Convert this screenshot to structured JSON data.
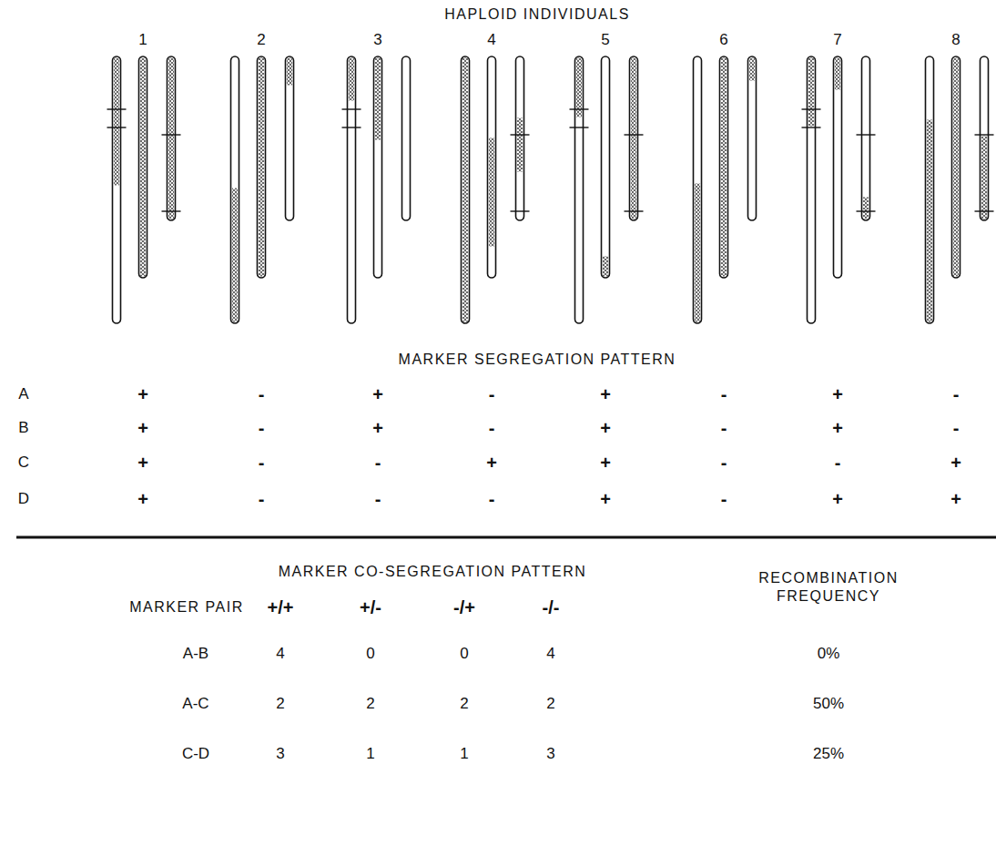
{
  "diagram": {
    "title": "HAPLOID INDIVIDUALS",
    "labels": [
      "1",
      "2",
      "3",
      "4",
      "5",
      "6",
      "7",
      "8",
      "MARKER SEGREGATION PATTERN",
      "A",
      "+",
      "-",
      "+",
      "-",
      "+",
      "-",
      "+",
      "-",
      "B",
      "+",
      "-",
      "+",
      "-",
      "+",
      "-",
      "+",
      "-",
      "C",
      "+",
      "-",
      "-",
      "+",
      "+",
      "-",
      "-",
      "+",
      "D",
      "+",
      "-",
      "-",
      "-",
      "+",
      "-",
      "+",
      "+",
      "MARKER CO-SEGREGATION PATTERN",
      "RECOMBINATION FREQUENCY",
      "MARKER PAIR",
      "+/+",
      "+/-",
      "-/+",
      "-/-",
      "A-B",
      "4",
      "0",
      "0",
      "4",
      "0%",
      "A-C",
      "2",
      "2",
      "2",
      "2",
      "50%",
      "C-D",
      "3",
      "1",
      "1",
      "3",
      "25%"
    ]
  }
}
